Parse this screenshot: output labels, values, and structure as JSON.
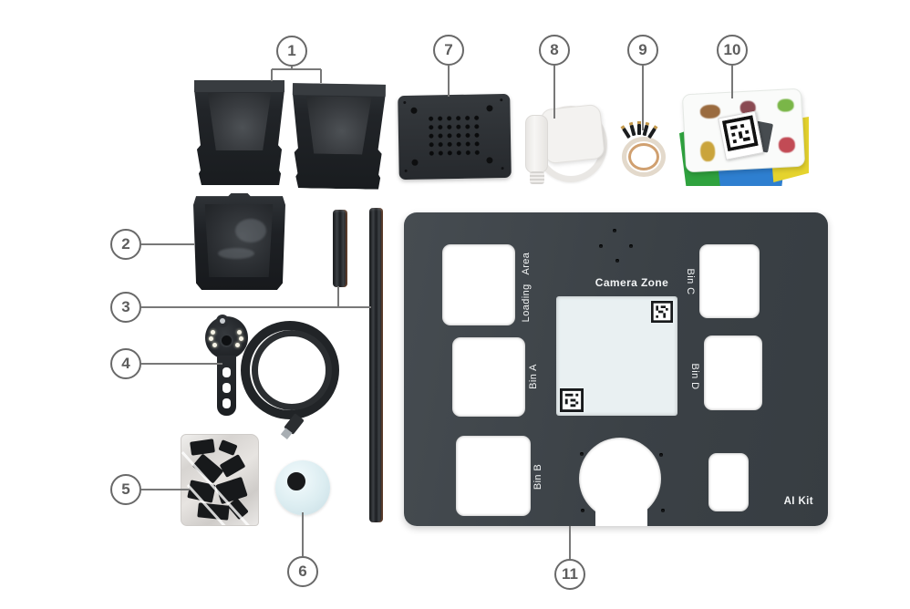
{
  "figure": {
    "type": "product-parts-diagram",
    "kit_name_label": "AI Kit"
  },
  "callouts": [
    {
      "number": "1"
    },
    {
      "number": "2"
    },
    {
      "number": "3"
    },
    {
      "number": "4"
    },
    {
      "number": "5"
    },
    {
      "number": "6"
    },
    {
      "number": "7"
    },
    {
      "number": "8"
    },
    {
      "number": "9"
    },
    {
      "number": "10"
    },
    {
      "number": "11"
    }
  ],
  "panel": {
    "loading_area_label": "Loading Area",
    "camera_zone_label": "Camera Zone",
    "bin_a_label": "Bin A",
    "bin_b_label": "Bin B",
    "bin_c_label": "Bin C",
    "bin_d_label": "Bin D",
    "ai_kit_label": "AI Kit"
  },
  "icons": {
    "apriltag_marker": "fiducial-tag-square",
    "callout_leader": "thin-gray-line"
  },
  "colors": {
    "background": "#ffffff",
    "panel_dark_gray": "#3d4347",
    "part_black": "#1e2124",
    "callout_gray": "#696969",
    "camera_zone_fill": "#e9f0f2",
    "box_side_green": "#2fa23e",
    "box_side_blue": "#2e7fd0",
    "box_side_yellow": "#e5d32e",
    "suction_disc_blue": "#dcedf1",
    "wire_accent_orange": "#c08040"
  }
}
